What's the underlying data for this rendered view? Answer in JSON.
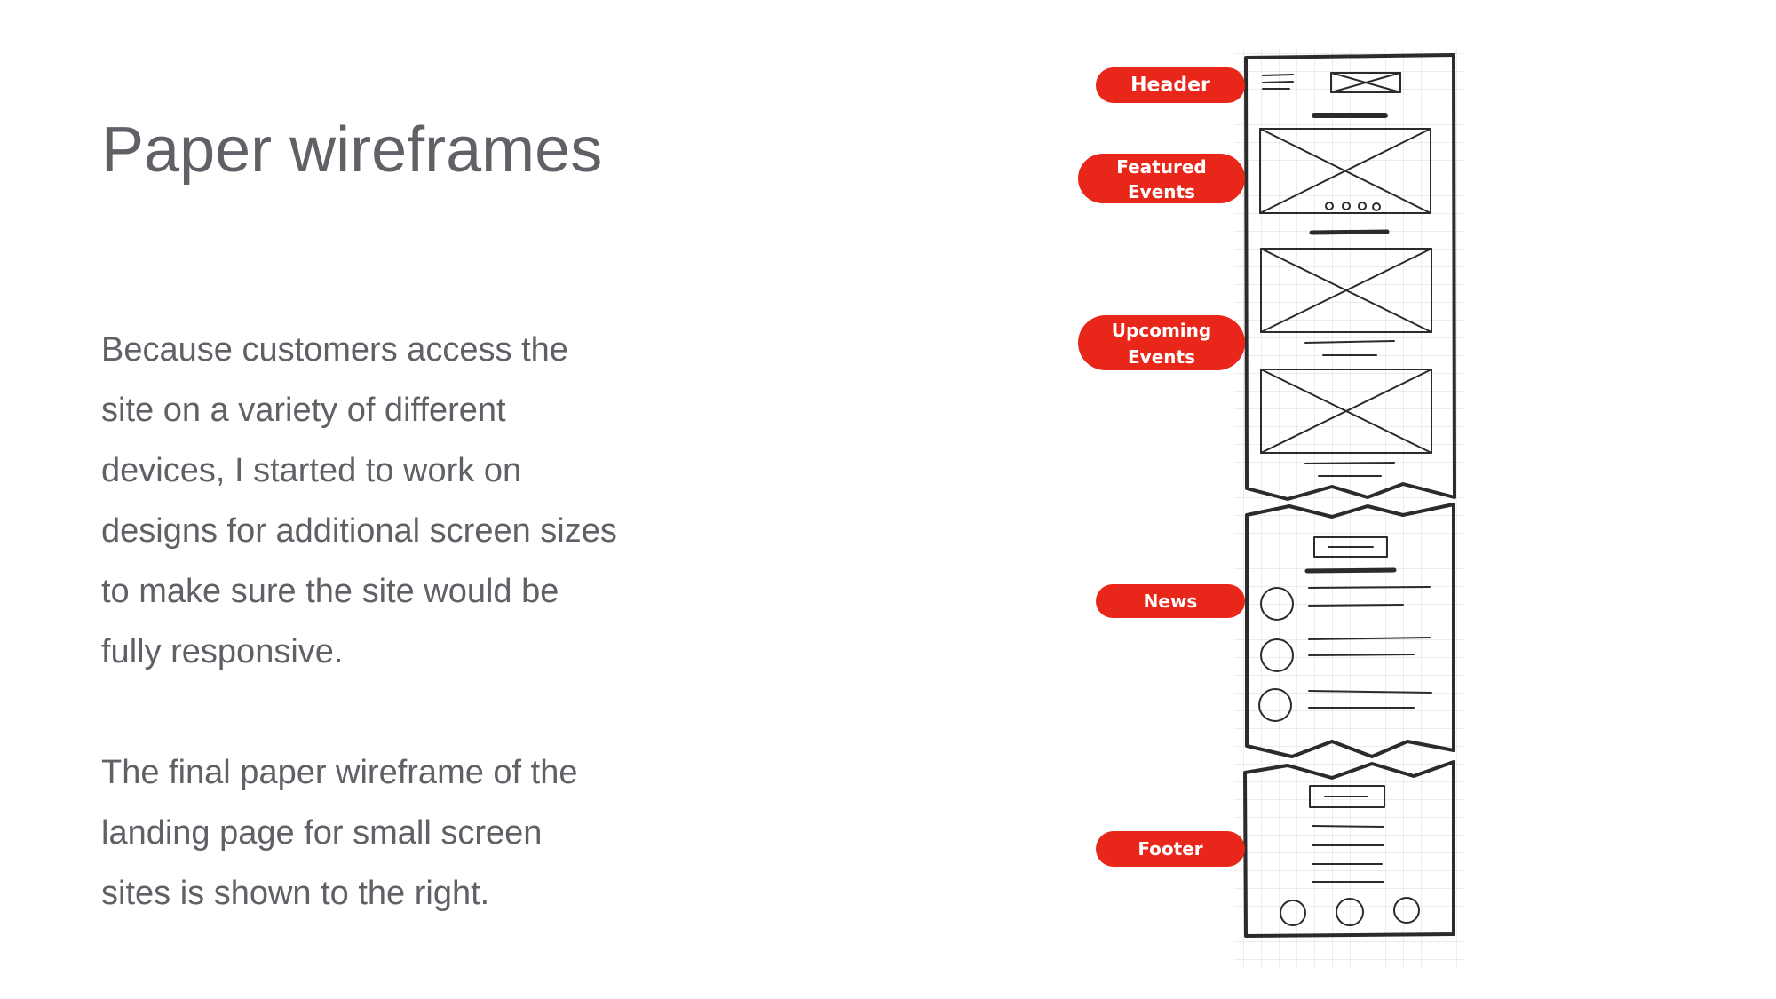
{
  "slide": {
    "title": "Paper wireframes",
    "paragraphs": [
      "Because customers access the\nsite on a variety of different\ndevices, I started to work on\ndesigns for additional screen sizes\nto make sure the site would be\nfully responsive.",
      "The final paper wireframe of the\nlanding page for small screen\nsites is shown to the right."
    ]
  },
  "wireframe": {
    "callouts": [
      {
        "label_lines": [
          "Header"
        ]
      },
      {
        "label_lines": [
          "Featured",
          "Events"
        ]
      },
      {
        "label_lines": [
          "Upcoming",
          "Events"
        ]
      },
      {
        "label_lines": [
          "News"
        ]
      },
      {
        "label_lines": [
          "Footer"
        ]
      }
    ],
    "callout_color": "#e8261a",
    "sketch_color": "#2b2b2b",
    "grid_color": "#d9d9d9"
  }
}
